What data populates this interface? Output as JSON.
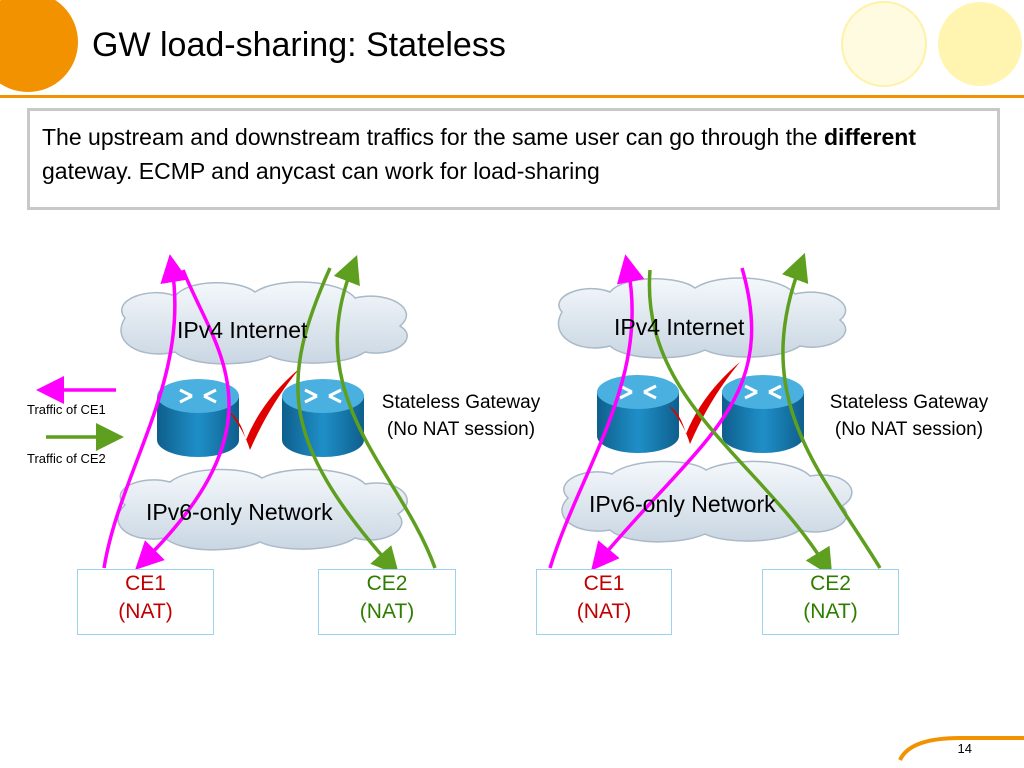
{
  "slide": {
    "title": "GW load-sharing: Stateless",
    "description_part1": "The upstream and downstream traffics for the same user can go through the ",
    "description_bold": "different",
    "description_part2": " gateway. ECMP and anycast can work for load-sharing",
    "page_number": "14"
  },
  "legend": {
    "ce1": "Traffic of CE1",
    "ce2": "Traffic of CE2",
    "ce1_color": "#ff00ff",
    "ce2_color": "#5f9f1f"
  },
  "diagrams": [
    {
      "internet": "IPv4  Internet",
      "ipv6": "IPv6-only Network",
      "gateway_line1": "Stateless Gateway",
      "gateway_line2": "(No NAT session)",
      "ce1_name": "CE1",
      "ce1_nat": "(NAT)",
      "ce2_name": "CE2",
      "ce2_nat": "(NAT)"
    },
    {
      "internet": "IPv4  Internet",
      "ipv6": "IPv6-only Network",
      "gateway_line1": "Stateless Gateway",
      "gateway_line2": "(No NAT session)",
      "ce1_name": "CE1",
      "ce1_nat": "(NAT)",
      "ce2_name": "CE2",
      "ce2_nat": "(NAT)"
    }
  ],
  "colors": {
    "accent": "#f39200",
    "router": "#1a7fb5",
    "check": "#e00000",
    "cloud": "#e6eef5"
  }
}
